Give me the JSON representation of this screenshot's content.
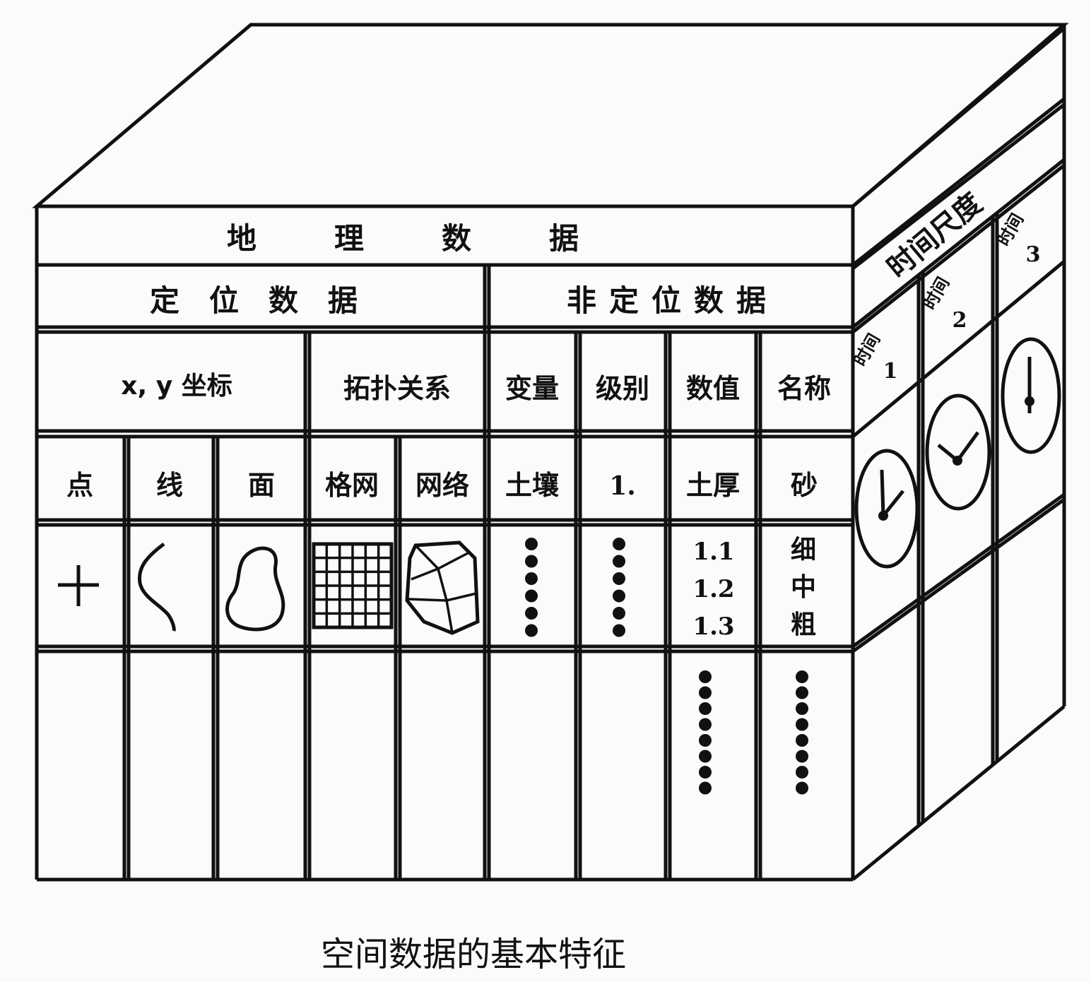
{
  "diagram": {
    "caption": "空间数据的基本特征",
    "main_header": "地理数据",
    "positional": {
      "header": "定位数据",
      "coords_label": "x, y 坐标",
      "topology_label": "拓扑关系",
      "point": "点",
      "line": "线",
      "area": "面",
      "grid": "格网",
      "network": "网络"
    },
    "non_positional": {
      "header": "非定位数据",
      "columns": [
        "变量",
        "级别",
        "数值",
        "名称"
      ],
      "examples": [
        "土壤",
        "1.",
        "土厚",
        "砂"
      ],
      "value_list": [
        "1.1",
        "1.2",
        "1.3"
      ],
      "name_list": [
        "细",
        "中",
        "粗"
      ]
    },
    "time": {
      "scale_label": "时间尺度",
      "t_label": "时间",
      "t_numbers": [
        "1",
        "2",
        "3"
      ]
    },
    "icons": {
      "point": "plus-icon",
      "line": "curve-icon",
      "area": "polygon-icon",
      "grid": "grid-icon",
      "network": "network-icon",
      "clock": "clock-icon",
      "dots": "dots-icon"
    }
  }
}
